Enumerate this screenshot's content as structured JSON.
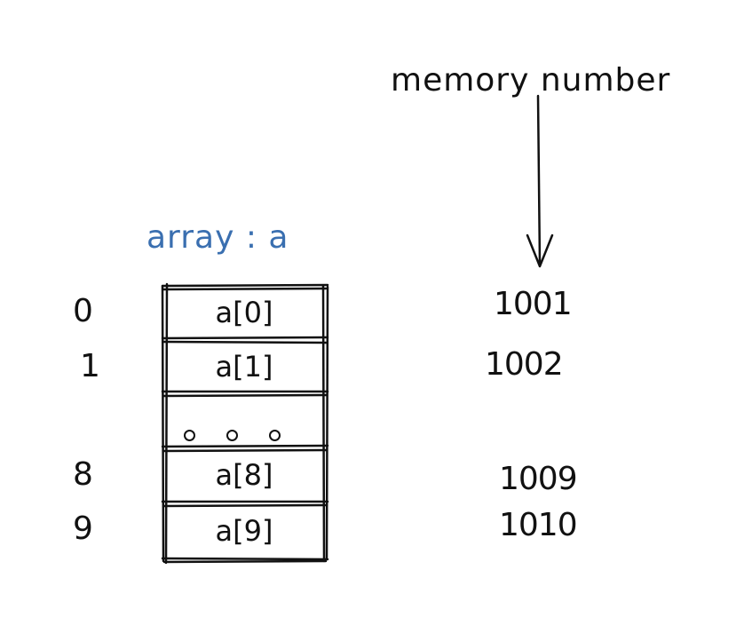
{
  "title": "memory number",
  "array_label": "array : a",
  "indices": [
    "0",
    "1",
    "8",
    "9"
  ],
  "cells": [
    "a[0]",
    "a[1]",
    "a[8]",
    "a[9]"
  ],
  "addresses": [
    "1001",
    "1002",
    "1009",
    "1010"
  ],
  "ellipsis": "o o o",
  "colors": {
    "ink": "#111111",
    "label_blue": "#3a6fb0"
  }
}
